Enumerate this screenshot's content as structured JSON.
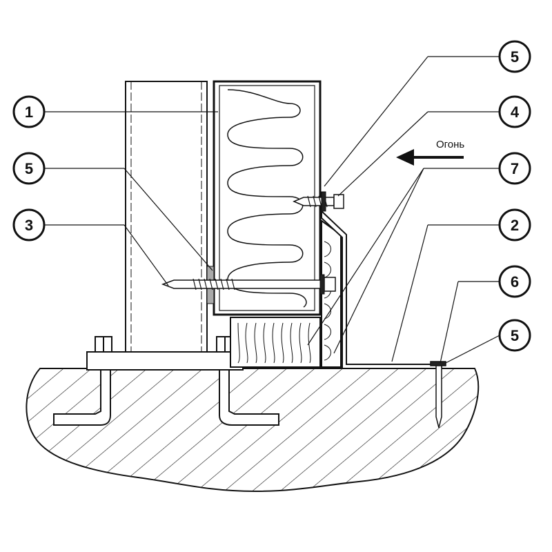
{
  "fire_direction": {
    "label": "Огонь"
  },
  "callouts": [
    {
      "id": "c5-top",
      "label": "5"
    },
    {
      "id": "c4",
      "label": "4"
    },
    {
      "id": "c1",
      "label": "1"
    },
    {
      "id": "c5-left",
      "label": "5"
    },
    {
      "id": "c7",
      "label": "7"
    },
    {
      "id": "c3",
      "label": "3"
    },
    {
      "id": "c2",
      "label": "2"
    },
    {
      "id": "c6",
      "label": "6"
    },
    {
      "id": "c5-right",
      "label": "5"
    }
  ],
  "colors": {
    "line": "#111111",
    "background": "#ffffff",
    "fill_light": "#f4f4f4",
    "washer": "#222222"
  }
}
